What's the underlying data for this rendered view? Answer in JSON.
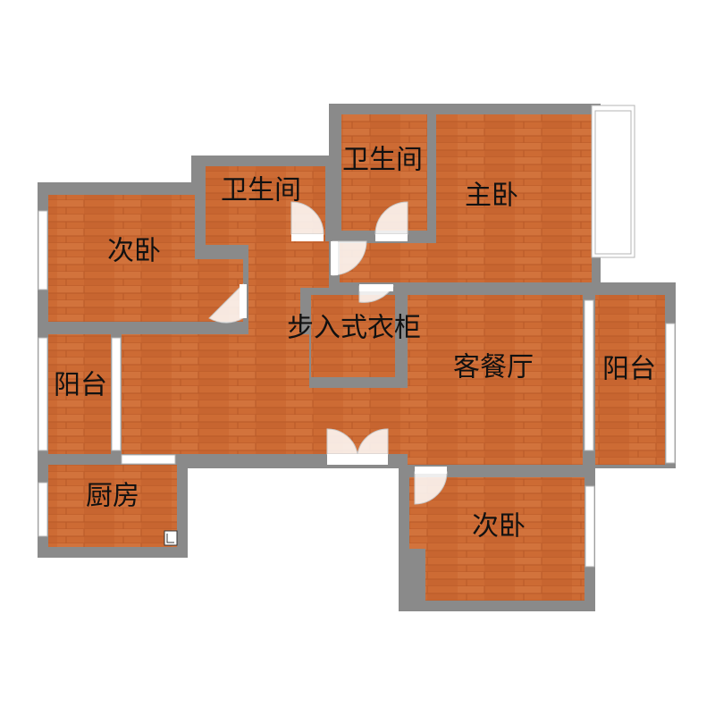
{
  "rooms": {
    "bath_left": "卫生间",
    "bath_right": "卫生间",
    "master_bedroom": "主卧",
    "bedroom_left": "次卧",
    "walk_in_closet": "步入式衣柜",
    "living_dining": "客餐厅",
    "balcony_left": "阳台",
    "balcony_right": "阳台",
    "kitchen": "厨房",
    "bedroom_bottom": "次卧"
  },
  "colors": {
    "floor": "#cd6b34",
    "floor_plank_line": "#b85a28",
    "wall": "#8a8a8a",
    "window": "#ffffff",
    "text": "#111111"
  }
}
